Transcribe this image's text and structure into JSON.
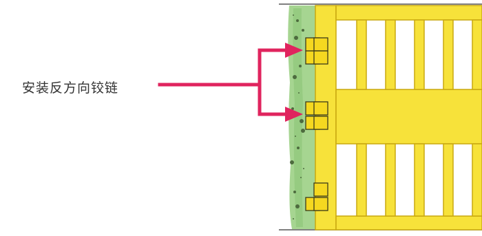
{
  "annotation": {
    "label": "安装反方向铰链",
    "arrow_color": "#e0245e"
  },
  "illustration": {
    "subject": "gate",
    "hinge_count": 3,
    "colors": {
      "gate": "#f7e23a",
      "gate_outline": "#c9a80f",
      "hinge": "#f5d820",
      "wall": "#9fd08a",
      "wall_speckle": "#4d6b3e",
      "ground_line": "#555555"
    }
  }
}
